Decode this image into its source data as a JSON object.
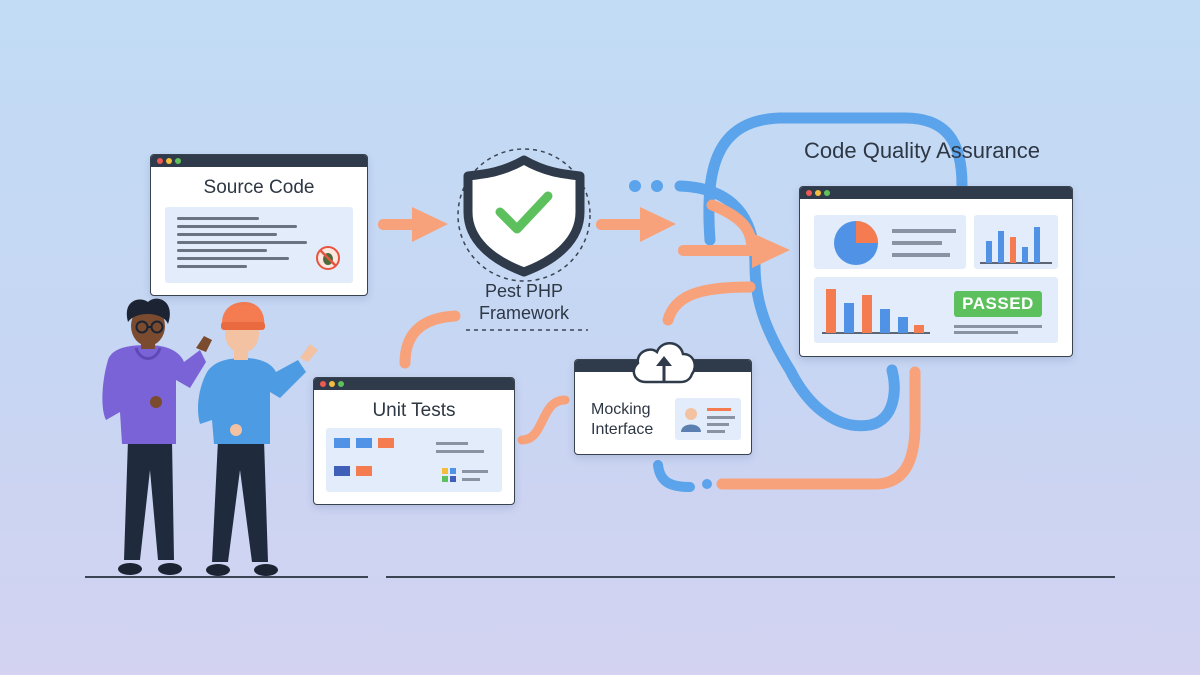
{
  "source_code": {
    "title": "Source Code",
    "bug_icon": "bug-blocked-icon"
  },
  "framework": {
    "label_line1": "Pest PHP",
    "label_line2": "Framework",
    "icon": "shield-check-icon"
  },
  "unit_tests": {
    "title": "Unit Tests"
  },
  "mocking": {
    "label_line1": "Mocking",
    "label_line2": "Interface",
    "icon": "cloud-upload-icon"
  },
  "dashboard": {
    "title": "Code Quality Assurance",
    "status": "PASSED",
    "pie_icon": "pie-chart-icon",
    "bar_icon": "bar-chart-icon"
  },
  "colors": {
    "blue_flow": "#5ba3ea",
    "orange_flow": "#f7a27a",
    "window_bar": "#2f3a4a",
    "passed": "#5cc05c",
    "chart_orange": "#f47c50",
    "chart_blue": "#4f92e6"
  }
}
